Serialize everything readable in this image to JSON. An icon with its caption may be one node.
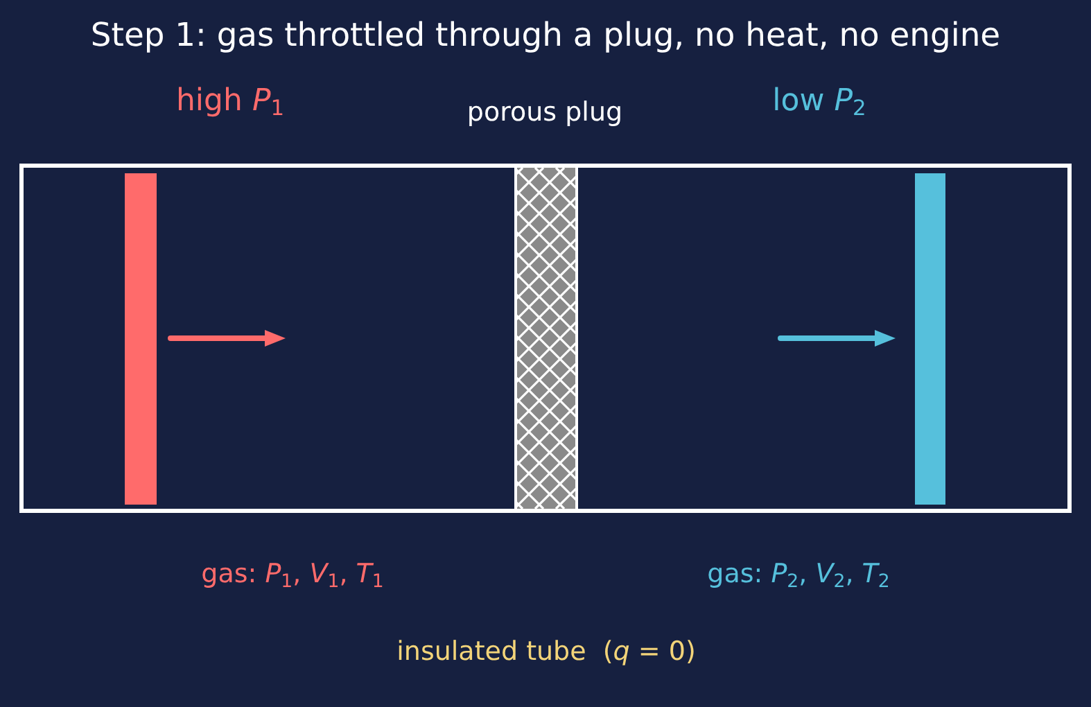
{
  "diagram": {
    "title": "Step 1: gas throttled through a plug, no heat, no engine",
    "labels": [
      "high *P*$_{1}$",
      "porous plug",
      "low *P*$_{2}$",
      "gas: *P*$_{1}$, *V*$_{1}$, *T*$_{1}$",
      "gas: *P*$_{2}$, *V*$_{2}$, *T*$_{2}$",
      "insulated tube  (*q* = 0)"
    ]
  }
}
